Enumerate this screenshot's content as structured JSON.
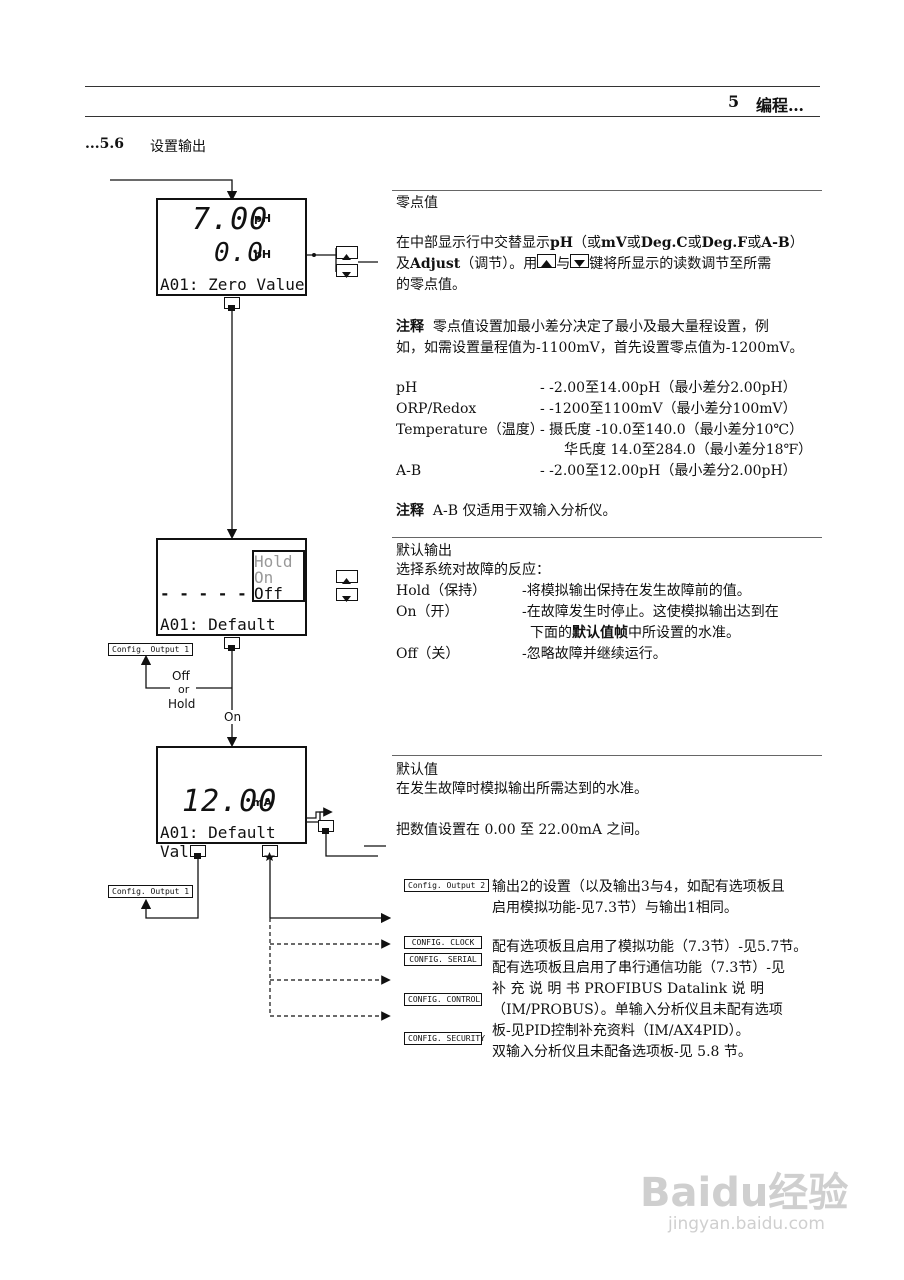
{
  "header": {
    "chapter_num": "5",
    "chapter_title": "编程…"
  },
  "section": {
    "num": "...5.6",
    "title": "设置输出"
  },
  "panel1": {
    "display_top": "7.00",
    "unit_top": "pH",
    "display_mid": "0.0",
    "unit_mid": "pH",
    "label": "A01: Zero Value",
    "heading": "零点值",
    "p1_l1_a": "在中部显示行中交替显示",
    "p1_l1_b": "pH",
    "p1_l1_c": "（或",
    "p1_l1_d": "mV",
    "p1_l1_e": "或",
    "p1_l1_f": "Deg.C",
    "p1_l1_g": "或",
    "p1_l1_h": "Deg.F",
    "p1_l1_i": "或",
    "p1_l1_j": "A-B",
    "p1_l1_k": "）",
    "p1_l2_a": "及",
    "p1_l2_b": "Adjust",
    "p1_l2_c": "（调节）。用",
    "p1_l2_d": "与",
    "p1_l2_e": "键将所显示的读数调节至所需",
    "p1_l3": "的零点值。",
    "note1_bold": "注释",
    "note1_l1": "零点值设置加最小差分决定了最小及最大量程设置，例",
    "note1_l2": "如，如需设置量程值为-1100mV，首先设置零点值为-1200mV。",
    "ranges": [
      {
        "name": "pH",
        "value": "- -2.00至14.00pH（最小差分2.00pH）"
      },
      {
        "name": "ORP/Redox",
        "value": "- -1200至1100mV（最小差分100mV）"
      },
      {
        "name": "Temperature（温度）",
        "value": "-  摄氏度  -10.0至140.0（最小差分10℃）"
      },
      {
        "name": "",
        "value": "华氏度  14.0至284.0（最小差分18℉）"
      },
      {
        "name": "A-B",
        "value": "- -2.00至12.00pH（最小差分2.00pH）"
      }
    ],
    "note2_bold": "注释",
    "note2_text": "A-B 仅适用于双输入分析仪。"
  },
  "panel2": {
    "dashes": "- - - - -",
    "opt_hold": "Hold",
    "opt_on": "On",
    "opt_off": "Off",
    "label": "A01: Default",
    "heading": "默认输出",
    "intro": "选择系统对故障的反应：",
    "items": [
      {
        "name": "Hold（保持）",
        "desc": "-将模拟输出保持在发生故障前的值。"
      },
      {
        "name": "On（开）",
        "desc": "-在故障发生时停止。这使模拟输出达到在"
      },
      {
        "name": "Off（关）",
        "desc": "-忽略故障并继续运行。"
      }
    ],
    "on_desc_l2_a": "下面的",
    "on_desc_l2_b": "默认值帧",
    "on_desc_l2_c": "中所设置的水准。",
    "branch_off": "Off",
    "branch_or": "or",
    "branch_hold": "Hold",
    "branch_on": "On",
    "tag_config_output1": "Config. Output 1"
  },
  "panel3": {
    "display": "12.00",
    "unit": "mA",
    "label": "A01: Default Val",
    "heading": "默认值",
    "p1": "在发生故障时模拟输出所需达到的水准。",
    "p2": "把数值设置在 0.00 至 22.00mA 之间。",
    "tag_config_output1": "Config. Output 1"
  },
  "bottom": {
    "tag_output2": "Config. Output 2",
    "output2_l1": "输出2的设置（以及输出3与4，如配有选项板且",
    "output2_l2": "启用模拟功能-见7.3节）与输出1相同。",
    "tag_clock": "CONFIG. CLOCK",
    "tag_serial": "CONFIG. SERIAL",
    "tag_control": "CONFIG. CONTROL",
    "tag_security": "CONFIG. SECURITY",
    "t1": "配有选项板且启用了模拟功能（7.3节）-见5.7节。",
    "t2": "配有选项板且启用了串行通信功能（7.3节）-见",
    "t3": "补 充 说 明 书 PROFIBUS  Datalink  说 明",
    "t4": "（IM/PROBUS）。单输入分析仪且未配有选项",
    "t5": "板-见PID控制补充资料（IM/AX4PID）。",
    "t6": "双输入分析仪且未配备选项板-见 5.8 节。"
  },
  "watermark": {
    "main": "Baidu经验",
    "url": "jingyan.baidu.com"
  }
}
